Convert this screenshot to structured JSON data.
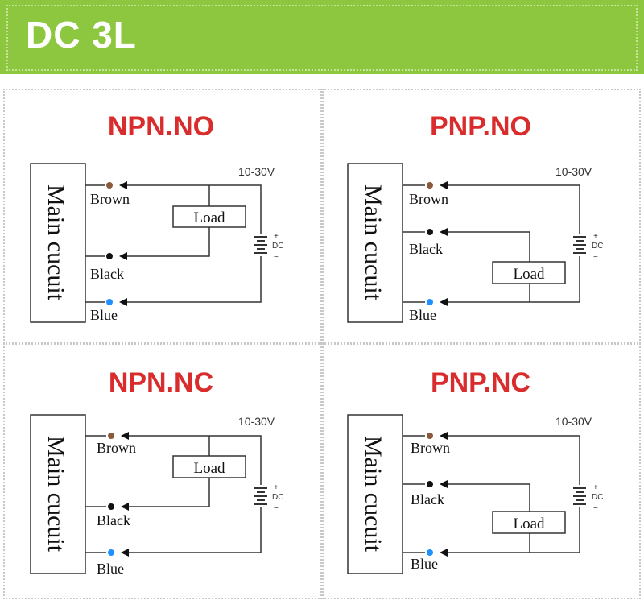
{
  "header": {
    "title": "DC 3L"
  },
  "colors": {
    "header_bg": "#8dc63f",
    "title_red": "#d92c2c",
    "brown": "#8b5a3c",
    "black": "#111111",
    "blue": "#1e90ff"
  },
  "diagrams": [
    {
      "title": "NPN.NO",
      "box_label": "Main cucuit",
      "voltage": "10-30V",
      "dc_label": "DC",
      "load_label": "Load",
      "wires": {
        "brown": "Brown",
        "black": "Black",
        "blue": "Blue"
      }
    },
    {
      "title": "PNP.NO",
      "box_label": "Main cucuit",
      "voltage": "10-30V",
      "dc_label": "DC",
      "load_label": "Load",
      "wires": {
        "brown": "Brown",
        "black": "Black",
        "blue": "Blue"
      }
    },
    {
      "title": "NPN.NC",
      "box_label": "Main cucuit",
      "voltage": "10-30V",
      "dc_label": "DC",
      "load_label": "Load",
      "wires": {
        "brown": "Brown",
        "black": "Black",
        "blue": "Blue"
      }
    },
    {
      "title": "PNP.NC",
      "box_label": "Main cucuit",
      "voltage": "10-30V",
      "dc_label": "DC",
      "load_label": "Load",
      "wires": {
        "brown": "Brown",
        "black": "Black",
        "blue": "Blue"
      }
    }
  ]
}
